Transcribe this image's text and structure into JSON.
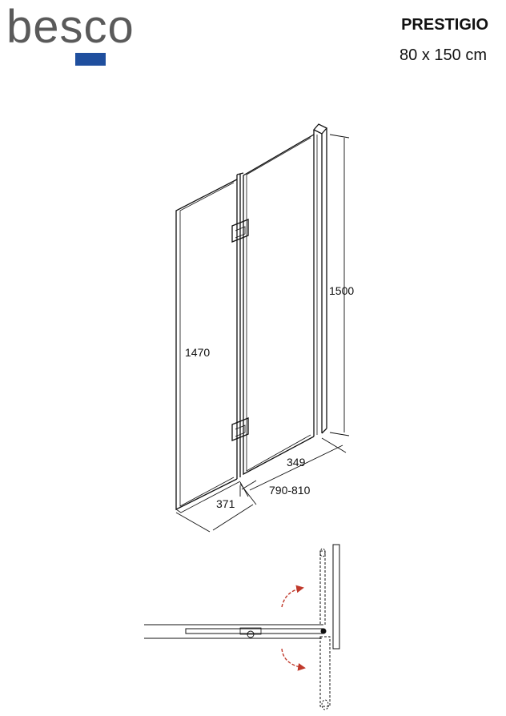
{
  "brand": {
    "logo_text": "besco",
    "logo_text_color": "#5a5a5a",
    "logo_bar_color": "#1f4f9e"
  },
  "product": {
    "model": "PRESTIGIO",
    "size": "80 x 150 cm"
  },
  "dimensions": {
    "panel_height": "1470",
    "total_height": "1500",
    "right_panel_width": "349",
    "left_panel_width": "371",
    "installation_range": "790-810"
  },
  "colors": {
    "line": "#111111",
    "arrow": "#c0392b"
  },
  "icons": [
    "rotation-arrow-icon"
  ]
}
